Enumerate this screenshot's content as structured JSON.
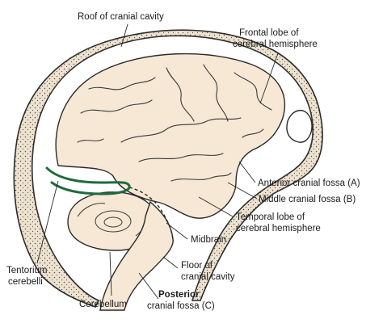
{
  "labels": {
    "roof": "Roof of cranial cavity",
    "frontal_1": "Frontal lobe of",
    "frontal_2": "cerebral hemisphere",
    "anterior_name": "Anterior cranial fossa",
    "anterior_letter": " (A)",
    "middle_name": "Middle cranial fossa",
    "middle_letter": " (B)",
    "temporal_1": "Temporal lobe of",
    "temporal_2": "cerebral hemisphere",
    "midbrain": "Midbrain",
    "tentorium_1": "Tentorium",
    "tentorium_2": "cerebelli",
    "floor_1": "Floor of",
    "floor_2": "cranial cavity",
    "cerebellum": "Cerebellum",
    "posterior_1": "Posterior",
    "posterior_2_name": "cranial fossa",
    "posterior_2_letter": " (C)"
  },
  "colors": {
    "brain_fill": "#f6e8d4",
    "bone_fill": "#ece2cf",
    "outline": "#2a2a2a",
    "tentorium": "#1f6b3e"
  }
}
